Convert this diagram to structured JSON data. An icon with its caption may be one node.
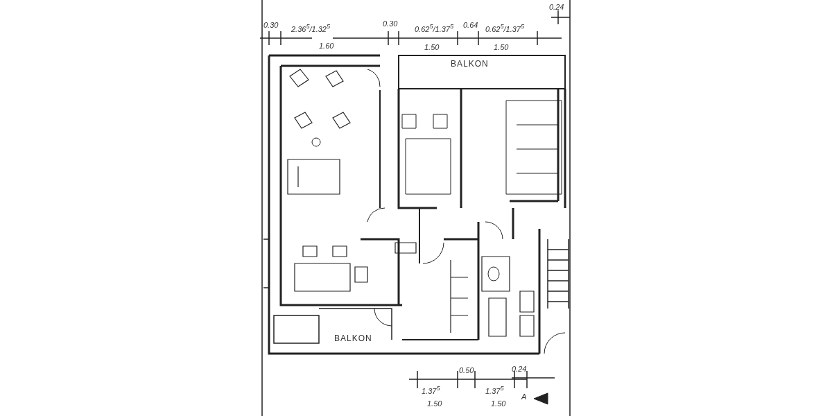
{
  "diagram": {
    "labels": [
      "0.24",
      "0.30",
      "2.36$^{5}$/1.32$^{5}$",
      "0.30",
      "0.62$^{5}$/1.37$^{5}$",
      "0.64",
      "0.62$^{5}$/1.37$^{5}$",
      "1.60",
      "1.50",
      "1.50",
      "BALKON",
      "BALKON",
      "0.50",
      "0.24",
      "1.37$^{5}$",
      "1.37$^{5}$",
      "1.50",
      "1.50",
      "A"
    ]
  }
}
